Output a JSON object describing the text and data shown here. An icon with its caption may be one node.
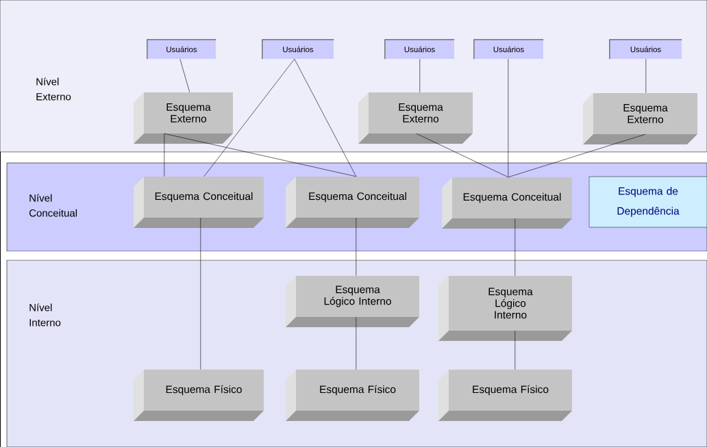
{
  "diagram": {
    "nodes": [
      {
        "text": [
          "Nível Externo"
        ]
      },
      {
        "text": [
          "Usuários"
        ],
        "in": 0
      },
      {
        "text": [
          "Usuários"
        ],
        "in": 0
      },
      {
        "text": [
          "Usuários"
        ],
        "in": 0
      },
      {
        "text": [
          "Usuários"
        ],
        "in": 0
      },
      {
        "text": [
          "Usuários"
        ],
        "in": 0
      },
      {
        "text": [
          "Esquema Externo"
        ],
        "in": 0
      },
      {
        "text": [
          "Esquema Externo"
        ],
        "in": 0
      },
      {
        "text": [
          "Esquema Externo"
        ],
        "in": 0
      },
      {
        "text": [
          "Nível Conceitual"
        ]
      },
      {
        "text": [
          "Esquema Conceitual"
        ],
        "in": 9
      },
      {
        "text": [
          "Esquema Conceitual"
        ],
        "in": 9
      },
      {
        "text": [
          "Esquema Conceitual"
        ],
        "in": 9
      },
      {
        "text": [
          "Esquema de Dependência"
        ],
        "in": 9
      },
      {
        "text": [
          "Nível Interno"
        ]
      },
      {
        "text": [
          "Esquema Lógico Interno"
        ],
        "in": 14
      },
      {
        "text": [
          "Esquema Lógico Interno"
        ],
        "in": 14
      },
      {
        "text": [
          "Esquema Físico"
        ],
        "in": 14
      },
      {
        "text": [
          "Esquema Físico"
        ],
        "in": 14
      },
      {
        "text": [
          "Esquema Físico"
        ],
        "in": 14
      }
    ],
    "edges": [
      {
        "from": 1,
        "to": 6,
        "arrow": "none"
      },
      {
        "from": 2,
        "to": 10,
        "arrow": "none"
      },
      {
        "from": 2,
        "to": 11,
        "arrow": "none"
      },
      {
        "from": 3,
        "to": 7,
        "arrow": "none"
      },
      {
        "from": 4,
        "to": 12,
        "arrow": "none"
      },
      {
        "from": 5,
        "to": 8,
        "arrow": "none"
      },
      {
        "from": 6,
        "to": 10,
        "arrow": "none"
      },
      {
        "from": 6,
        "to": 11,
        "arrow": "none"
      },
      {
        "from": 7,
        "to": 12,
        "arrow": "none"
      },
      {
        "from": 8,
        "to": 12,
        "arrow": "none"
      },
      {
        "from": 10,
        "to": 17,
        "arrow": "none"
      },
      {
        "from": 11,
        "to": 15,
        "arrow": "none"
      },
      {
        "from": 15,
        "to": 18,
        "arrow": "none"
      },
      {
        "from": 12,
        "to": 16,
        "arrow": "none"
      },
      {
        "from": 16,
        "to": 19,
        "arrow": "none"
      }
    ]
  }
}
